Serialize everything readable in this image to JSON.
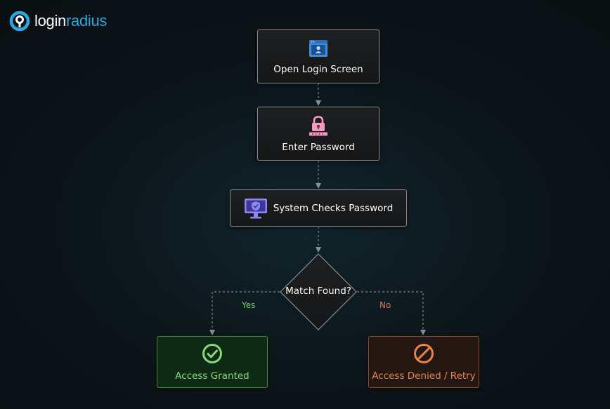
{
  "brand": {
    "logo_part1": "login",
    "logo_part2": "radius",
    "logo_color": "#29a9e1"
  },
  "flow": {
    "step1": {
      "label": "Open Login Screen",
      "icon": "login-screen-icon",
      "icon_color": "#3f8fe0"
    },
    "step2": {
      "label": "Enter Password",
      "icon": "lock-icon",
      "icon_color": "#f49ac1"
    },
    "step3": {
      "label": "System Checks Password",
      "icon": "monitor-shield-icon",
      "icon_color": "#8f86f2"
    },
    "decision": {
      "label": "Match Found?"
    },
    "yes_branch": {
      "label": "Yes",
      "color": "#6fcf5f"
    },
    "no_branch": {
      "label": "No",
      "color": "#e8744a"
    },
    "granted": {
      "label": "Access Granted",
      "icon": "check-circle-icon",
      "color": "#86d977"
    },
    "denied": {
      "label": "Access Denied / Retry",
      "icon": "no-entry-icon",
      "color": "#e8834a"
    }
  }
}
